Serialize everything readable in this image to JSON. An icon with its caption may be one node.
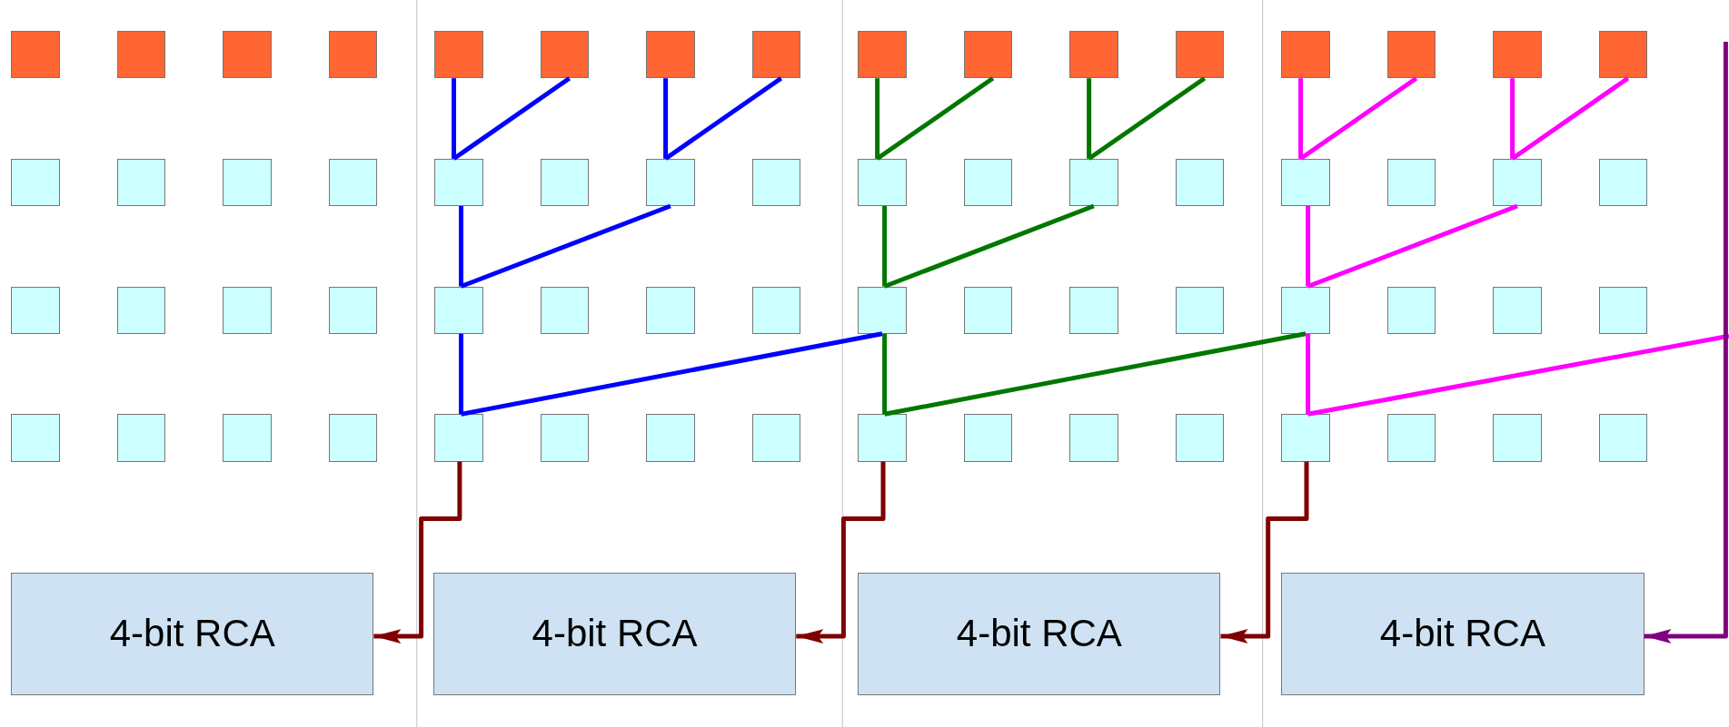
{
  "diagram": {
    "nodes": [
      {
        "text": [],
        "shape": "box"
      },
      {
        "text": [],
        "shape": "box"
      },
      {
        "text": [],
        "shape": "box"
      },
      {
        "text": [],
        "shape": "box"
      },
      {
        "text": [],
        "shape": "box"
      },
      {
        "text": [],
        "shape": "box"
      },
      {
        "text": [],
        "shape": "box"
      },
      {
        "text": [],
        "shape": "box"
      },
      {
        "text": [],
        "shape": "box"
      },
      {
        "text": [],
        "shape": "box"
      },
      {
        "text": [],
        "shape": "box"
      },
      {
        "text": [],
        "shape": "box"
      },
      {
        "text": [],
        "shape": "box"
      },
      {
        "text": [],
        "shape": "box"
      },
      {
        "text": [],
        "shape": "box"
      },
      {
        "text": [],
        "shape": "box"
      },
      {
        "text": [],
        "shape": "box"
      },
      {
        "text": [],
        "shape": "box"
      },
      {
        "text": [],
        "shape": "box"
      },
      {
        "text": [],
        "shape": "box"
      },
      {
        "text": [],
        "shape": "box"
      },
      {
        "text": [],
        "shape": "box"
      },
      {
        "text": [],
        "shape": "box"
      },
      {
        "text": [],
        "shape": "box"
      },
      {
        "text": [],
        "shape": "box"
      },
      {
        "text": [],
        "shape": "box"
      },
      {
        "text": [],
        "shape": "box"
      },
      {
        "text": [],
        "shape": "box"
      },
      {
        "text": [],
        "shape": "box"
      },
      {
        "text": [],
        "shape": "box"
      },
      {
        "text": [],
        "shape": "box"
      },
      {
        "text": [],
        "shape": "box"
      },
      {
        "text": [],
        "shape": "box"
      },
      {
        "text": [],
        "shape": "box"
      },
      {
        "text": [],
        "shape": "box"
      },
      {
        "text": [],
        "shape": "box"
      },
      {
        "text": [],
        "shape": "box"
      },
      {
        "text": [],
        "shape": "box"
      },
      {
        "text": [],
        "shape": "box"
      },
      {
        "text": [],
        "shape": "box"
      },
      {
        "text": [],
        "shape": "box"
      },
      {
        "text": [],
        "shape": "box"
      },
      {
        "text": [],
        "shape": "box"
      },
      {
        "text": [],
        "shape": "box"
      },
      {
        "text": [],
        "shape": "box"
      },
      {
        "text": [],
        "shape": "box"
      },
      {
        "text": [],
        "shape": "box"
      },
      {
        "text": [],
        "shape": "box"
      },
      {
        "text": [],
        "shape": "box"
      },
      {
        "text": [],
        "shape": "box"
      },
      {
        "text": [],
        "shape": "box"
      },
      {
        "text": [],
        "shape": "box"
      },
      {
        "text": [],
        "shape": "box"
      },
      {
        "text": [],
        "shape": "box"
      },
      {
        "text": [],
        "shape": "box"
      },
      {
        "text": [],
        "shape": "box"
      },
      {
        "text": [],
        "shape": "box"
      },
      {
        "text": [],
        "shape": "box"
      },
      {
        "text": [],
        "shape": "box"
      },
      {
        "text": [],
        "shape": "box"
      },
      {
        "text": [],
        "shape": "box"
      },
      {
        "text": [],
        "shape": "box"
      },
      {
        "text": [],
        "shape": "box"
      },
      {
        "text": [],
        "shape": "box"
      },
      {
        "text": [
          "4-bit RCA"
        ]
      },
      {
        "text": [
          "4-bit RCA"
        ]
      },
      {
        "text": [
          "4-bit RCA"
        ]
      },
      {
        "text": [
          "4-bit RCA"
        ]
      }
    ],
    "edges": [
      {
        "from": 4,
        "to": 20,
        "arrow": "none",
        "color": "#0000ff"
      },
      {
        "from": 5,
        "to": 20,
        "arrow": "none",
        "color": "#0000ff"
      },
      {
        "from": 6,
        "to": 22,
        "arrow": "none",
        "color": "#0000ff"
      },
      {
        "from": 7,
        "to": 22,
        "arrow": "none",
        "color": "#0000ff"
      },
      {
        "from": 20,
        "to": 36,
        "arrow": "none",
        "color": "#0000ff"
      },
      {
        "from": 22,
        "to": 36,
        "arrow": "none",
        "color": "#0000ff"
      },
      {
        "from": 36,
        "to": 52,
        "arrow": "none",
        "color": "#0000ff"
      },
      {
        "from": 40,
        "to": 52,
        "arrow": "none",
        "color": "#0000ff"
      },
      {
        "from": 52,
        "to": 64,
        "arrow": "to",
        "color": "#800000"
      },
      {
        "from": 8,
        "to": 24,
        "arrow": "none",
        "color": "#007700"
      },
      {
        "from": 9,
        "to": 24,
        "arrow": "none",
        "color": "#007700"
      },
      {
        "from": 10,
        "to": 26,
        "arrow": "none",
        "color": "#007700"
      },
      {
        "from": 11,
        "to": 26,
        "arrow": "none",
        "color": "#007700"
      },
      {
        "from": 24,
        "to": 40,
        "arrow": "none",
        "color": "#007700"
      },
      {
        "from": 26,
        "to": 40,
        "arrow": "none",
        "color": "#007700"
      },
      {
        "from": 40,
        "to": 56,
        "arrow": "none",
        "color": "#007700"
      },
      {
        "from": 44,
        "to": 56,
        "arrow": "none",
        "color": "#007700"
      },
      {
        "from": 56,
        "to": 65,
        "arrow": "to",
        "color": "#800000"
      },
      {
        "from": 12,
        "to": 28,
        "arrow": "none",
        "color": "#ff00ff"
      },
      {
        "from": 13,
        "to": 28,
        "arrow": "none",
        "color": "#ff00ff"
      },
      {
        "from": 14,
        "to": 30,
        "arrow": "none",
        "color": "#ff00ff"
      },
      {
        "from": 15,
        "to": 30,
        "arrow": "none",
        "color": "#ff00ff"
      },
      {
        "from": 28,
        "to": 44,
        "arrow": "none",
        "color": "#ff00ff"
      },
      {
        "from": 30,
        "to": 44,
        "arrow": "none",
        "color": "#ff00ff"
      },
      {
        "from": 44,
        "to": 60,
        "arrow": "none",
        "color": "#ff00ff"
      },
      {
        "from": null,
        "to": 60,
        "arrow": "none",
        "color": "#ff00ff"
      },
      {
        "from": 60,
        "to": 66,
        "arrow": "to",
        "color": "#800000"
      },
      {
        "from": null,
        "to": 67,
        "arrow": "to",
        "color": "#800080"
      }
    ]
  }
}
